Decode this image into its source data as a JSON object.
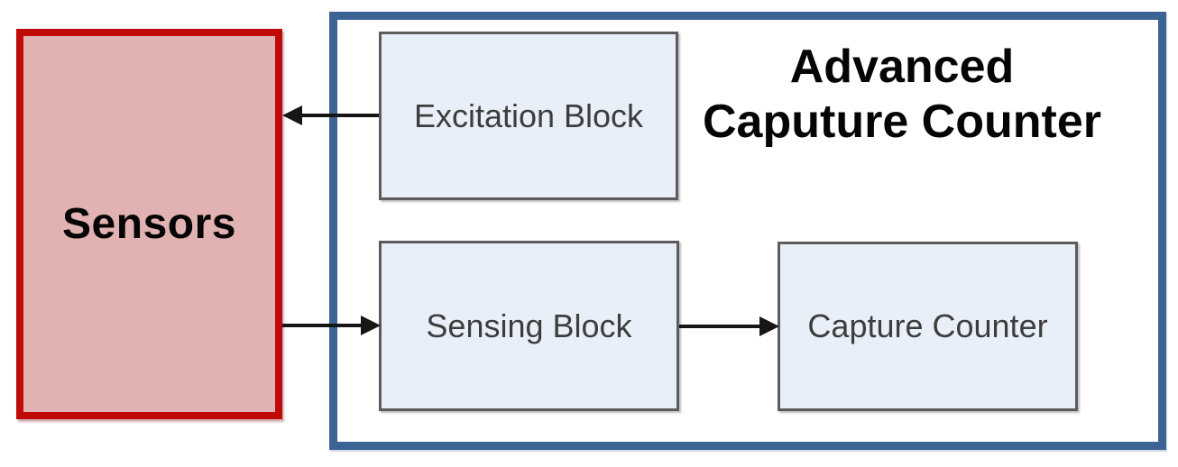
{
  "figure": {
    "type": "block-diagram",
    "sensors": {
      "label": "Sensors"
    },
    "container": {
      "title_line1": "Advanced",
      "title_line2": "Caputure Counter"
    },
    "blocks": {
      "excitation": {
        "label": "Excitation Block"
      },
      "sensing": {
        "label": "Sensing Block"
      },
      "capture": {
        "label": "Capture Counter"
      }
    },
    "connections": [
      {
        "from": "excitation-block",
        "to": "sensors-box",
        "direction": "left"
      },
      {
        "from": "sensors-box",
        "to": "sensing-block",
        "direction": "right"
      },
      {
        "from": "sensing-block",
        "to": "capture-block",
        "direction": "right"
      }
    ],
    "colors": {
      "sensors_fill": "#e2b1b1",
      "sensors_border": "#c00a0a",
      "container_border": "#3c6394",
      "block_fill": "#e9eff9",
      "block_border": "#5c5c5c",
      "block_text": "#3d3d3d",
      "heading_text": "#050505",
      "arrow_color": "#161616"
    }
  }
}
